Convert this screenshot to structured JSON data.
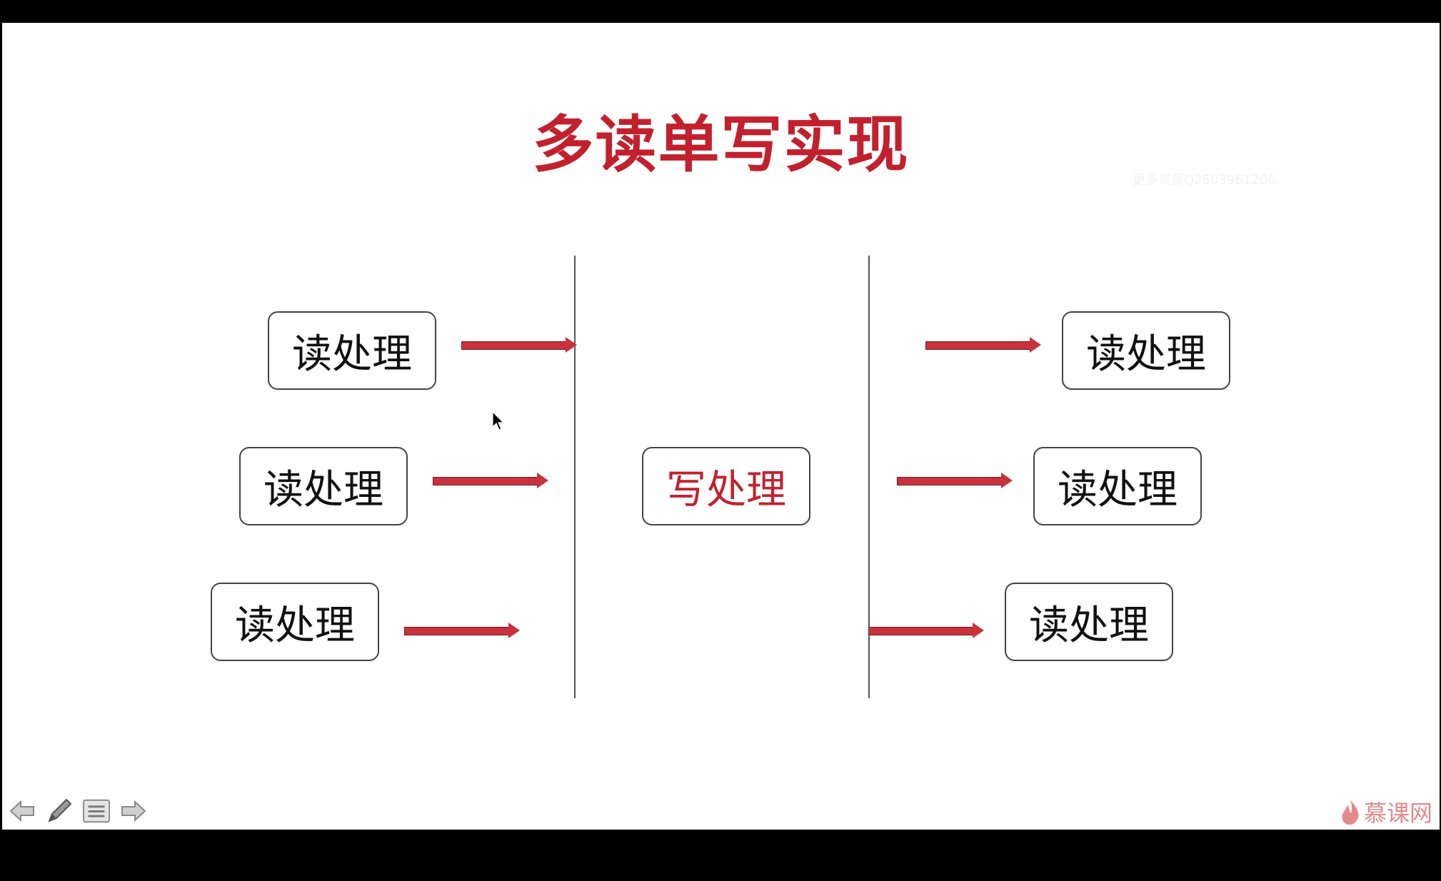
{
  "slide": {
    "title": "多读单写实现",
    "watermark": "更多资源Q2503961206",
    "read_label": "读处理",
    "write_label": "写处理",
    "colors": {
      "accent": "#c3202e",
      "arrow": "#c8323d",
      "box_border": "#444444",
      "divider": "#555555"
    }
  },
  "left_group": {
    "boxes": [
      "读处理",
      "读处理",
      "读处理"
    ]
  },
  "center": {
    "box": "写处理"
  },
  "right_group": {
    "boxes": [
      "读处理",
      "读处理",
      "读处理"
    ]
  },
  "player": {
    "icons": [
      "arrow-left-icon",
      "pen-icon",
      "menu-icon",
      "arrow-right-icon"
    ],
    "brand": "慕课网"
  }
}
